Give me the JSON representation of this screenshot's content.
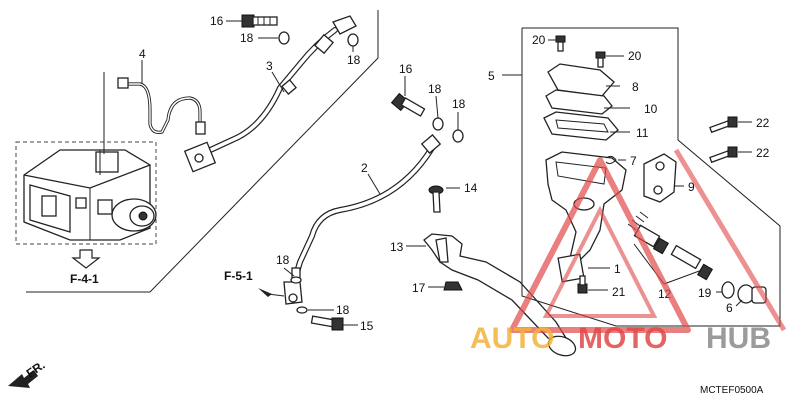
{
  "diagram": {
    "code": "MCTEF0500A",
    "watermark": {
      "part1": "AUTO",
      "part2": "MOTO",
      "part3": "HUB",
      "colors": {
        "orange": "#f5b23a",
        "red": "#e04848",
        "gray": "#8a8a8a"
      }
    },
    "refs": {
      "f41": "F-4-1",
      "f51": "F-5-1",
      "fr": "FR."
    },
    "callouts": {
      "c16a": "16",
      "c18a": "18",
      "c18b": "18",
      "c4": "4",
      "c3": "3",
      "c16b": "16",
      "c18c": "18",
      "c18d": "18",
      "c2": "2",
      "c14": "14",
      "c13": "13",
      "c17": "17",
      "c18e": "18",
      "c18f": "18",
      "c15": "15",
      "c20a": "20",
      "c20b": "20",
      "c5": "5",
      "c8": "8",
      "c10": "10",
      "c11": "11",
      "c7": "7",
      "c9": "9",
      "c22a": "22",
      "c22b": "22",
      "c1": "1",
      "c12": "12",
      "c21": "21",
      "c19": "19",
      "c6": "6"
    }
  }
}
